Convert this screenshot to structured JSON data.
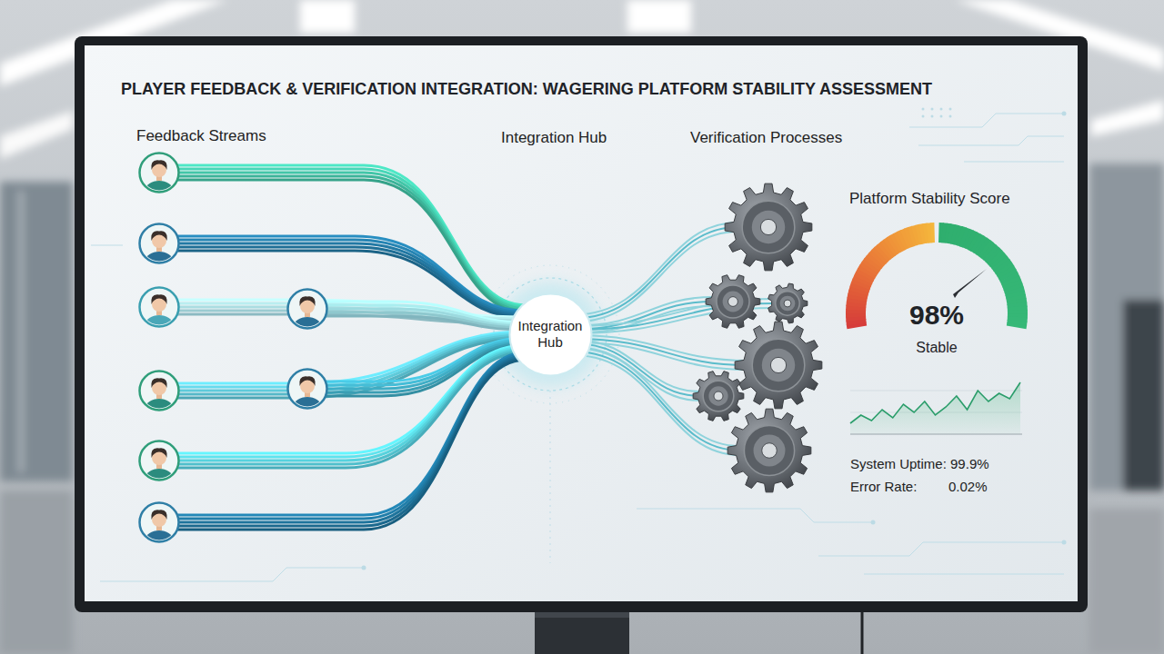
{
  "diagram": {
    "title": "PLAYER FEEDBACK & VERIFICATION INTEGRATION: WAGERING PLATFORM STABILITY ASSESSMENT",
    "nodes": [
      {
        "text": [
          "Integration Hub"
        ]
      },
      {
        "text": [
          "Platform Stability Score",
          "98%",
          "Stable"
        ]
      }
    ],
    "labels": [
      "Feedback Streams",
      "Integration Hub",
      "Verification Processes",
      "System Uptime: 99.9%",
      "Error Rate:",
      "0.02%"
    ]
  }
}
